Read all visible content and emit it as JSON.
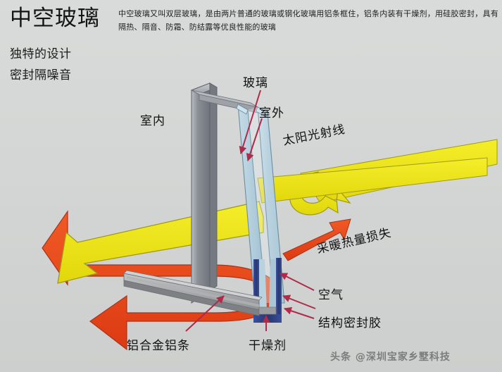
{
  "header": {
    "title": "中空玻璃",
    "sub_line_1": "独特的设计",
    "sub_line_2": "密封隔噪音",
    "intro": "中空玻璃又叫双层玻璃，是由两片普通的玻璃或钢化玻璃用铝条框住，铝条内装有干燥剂，用硅胶密封，具有隔热、隔音、防霜、防结露等优良性能的玻璃"
  },
  "diagram": {
    "labels": {
      "glass": "玻璃",
      "indoor": "室内",
      "outdoor": "室外",
      "sun_ray": "太阳光射线",
      "heat_loss": "采暖热量损失",
      "air": "空气",
      "structural_sealant": "结构密封胶",
      "aluminium_bar": "铝合金铝条",
      "desiccant": "干燥剂"
    },
    "colors": {
      "background": "#d6d8d7",
      "sun_arrow_yellow": "#efe81c",
      "heat_arrow_red": "#e8401a",
      "spacer_blue": "#2b3f8c",
      "leader_line_crimson": "#b02a4a",
      "glass_pane": "#b8cfdc",
      "frame_gray": "#8e9299",
      "desiccant_gray": "#9a9a9a",
      "text": "#141414"
    }
  },
  "footer": {
    "watermark": "头条 @深圳宝家乡墅科技"
  }
}
